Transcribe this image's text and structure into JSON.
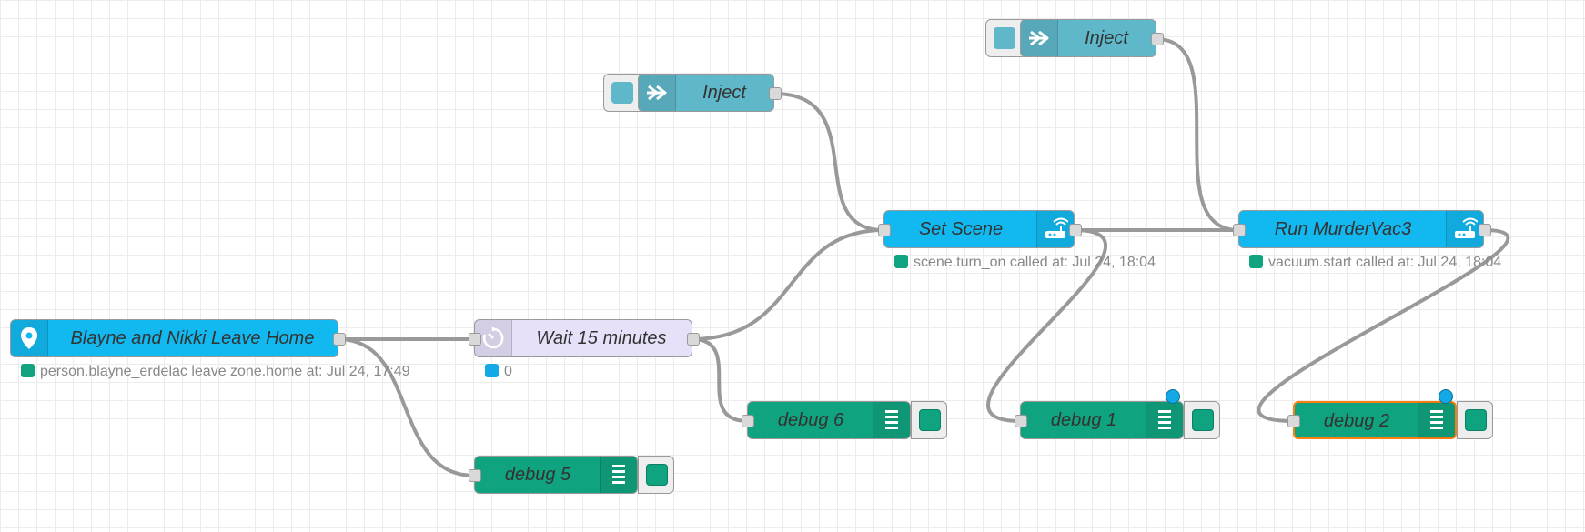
{
  "colors": {
    "inject": "#5fb8c9",
    "ha": "#12b9f0",
    "delay": "#e6e0f8",
    "debug": "#10a37f",
    "wire": "#999999",
    "selected": "#ff7f0e",
    "status_green": "#10a37f",
    "status_blue": "#12a9e6"
  },
  "nodes": {
    "inject_top": {
      "label": "Inject",
      "icon": "arrow-right-icon"
    },
    "inject_mid": {
      "label": "Inject",
      "icon": "arrow-right-icon"
    },
    "set_scene": {
      "label": "Set Scene",
      "icon": "router-icon",
      "status": "scene.turn_on called at: Jul 24, 18:04"
    },
    "run_vac": {
      "label": "Run MurderVac3",
      "icon": "router-icon",
      "status": "vacuum.start called at: Jul 24, 18:04"
    },
    "leave_home": {
      "label": "Blayne and Nikki Leave Home",
      "icon": "map-pin-icon",
      "status": "person.blayne_erdelac leave zone.home at: Jul 24, 17:49"
    },
    "wait": {
      "label": "Wait 15 minutes",
      "icon": "timer-icon",
      "status": "0"
    },
    "debug6": {
      "label": "debug 6",
      "icon": "list-icon"
    },
    "debug1": {
      "label": "debug 1",
      "icon": "list-icon"
    },
    "debug2": {
      "label": "debug 2",
      "icon": "list-icon",
      "selected": true
    },
    "debug5": {
      "label": "debug 5",
      "icon": "list-icon"
    }
  }
}
